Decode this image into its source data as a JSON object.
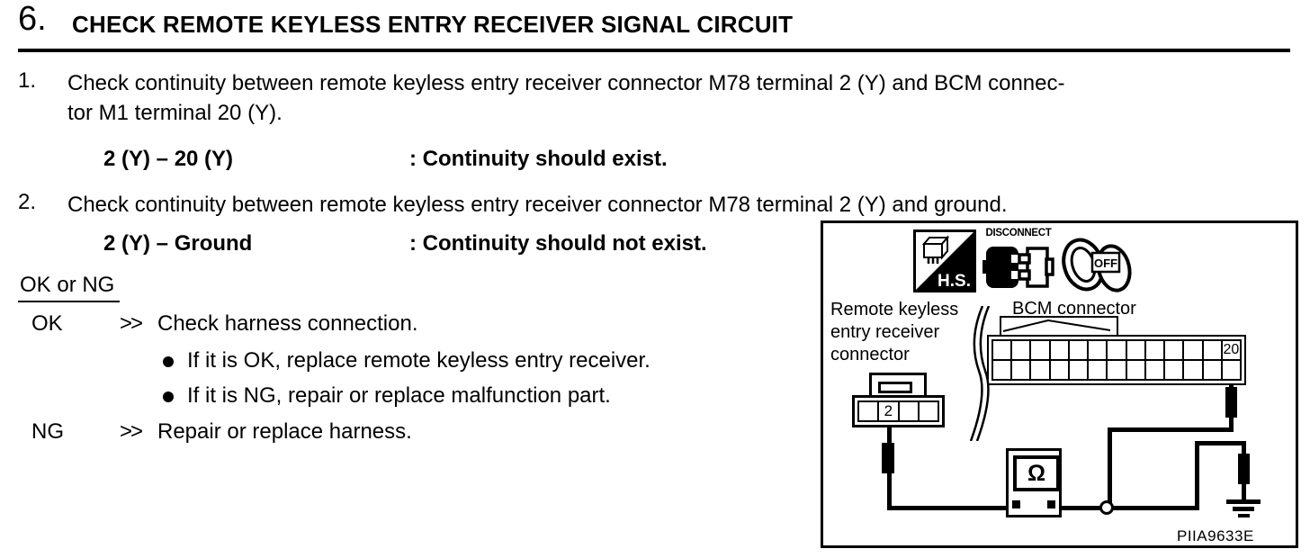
{
  "header": {
    "number": "6.",
    "title": "CHECK REMOTE KEYLESS ENTRY RECEIVER SIGNAL CIRCUIT"
  },
  "steps": [
    {
      "num": "1.",
      "lines": [
        "Check continuity between remote keyless entry receiver connector M78 terminal 2 (Y) and BCM connec-",
        "tor M1 terminal 20 (Y)."
      ],
      "spec_terminals": "2 (Y) – 20 (Y)",
      "spec_result": ": Continuity should exist."
    },
    {
      "num": "2.",
      "lines": [
        "Check continuity between remote keyless entry receiver connector M78 terminal 2 (Y) and ground."
      ],
      "spec_terminals": "2 (Y) – Ground",
      "spec_result": ": Continuity should not exist."
    }
  ],
  "ok_ng": {
    "heading": "OK or NG",
    "results": [
      {
        "label": "OK",
        "arrow": ">>",
        "action": "Check harness connection.",
        "bullets": [
          "If it is OK, replace remote keyless entry receiver.",
          "If it is NG, repair or replace malfunction part."
        ]
      },
      {
        "label": "NG",
        "arrow": ">>",
        "action": "Repair or replace harness."
      }
    ]
  },
  "diagram": {
    "hs_label": "H.S.",
    "disconnect_label": "DISCONNECT",
    "key_off_label": "OFF",
    "left_connector_label_lines": [
      "Remote keyless",
      "entry receiver",
      "connector"
    ],
    "bcm_label": "BCM connector",
    "bcm_terminal": "20",
    "keyless_terminal": "2",
    "ohm_symbol": "Ω",
    "figure_id": "PIIA9633E"
  },
  "colors": {
    "ink": "#000000",
    "paper": "#ffffff"
  }
}
